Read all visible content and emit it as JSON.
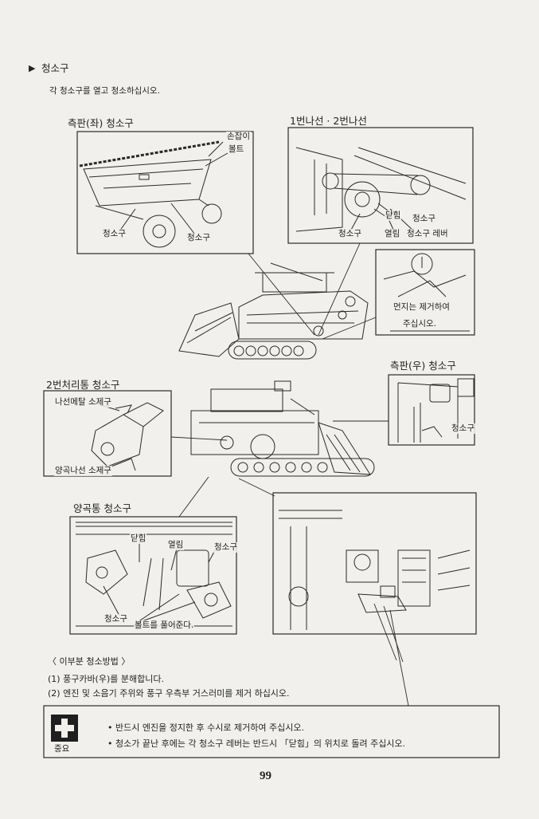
{
  "section": {
    "marker": "▶",
    "title": "청소구",
    "instruction": "각 청소구를 열고 청소하십시오."
  },
  "figures": {
    "left_side": {
      "title": "측판(좌) 청소구",
      "handle": "손잡이",
      "bolt": "볼트",
      "port_a": "청소구",
      "port_b": "청소구"
    },
    "augers": {
      "title": "1번나선 · 2번나선",
      "closed": "닫힘",
      "port_a": "청소구",
      "port_b": "청소구",
      "open": "열림",
      "lever": "청소구 레버"
    },
    "dust": {
      "line1": "먼지는 제거하여",
      "line2": "주십시오."
    },
    "right_side": {
      "title": "측판(우) 청소구",
      "port": "청소구"
    },
    "second_tank": {
      "title": "2번처리통 청소구",
      "metal_port": "나선메탈 소제구",
      "grain_auger_port": "양곡나선 소제구"
    },
    "grain_tank": {
      "title": "양곡통 청소구",
      "closed": "닫힘",
      "open": "열림",
      "port_a": "청소구",
      "port_b": "청소구",
      "bolt_note": "볼트를 풀어준다."
    }
  },
  "method": {
    "heading": "〈 이부분 청소방법 〉",
    "step1": "(1) 풍구카바(우)를 분해합니다.",
    "step2": "(2) 엔진 및 소음기 주위와 풍구 우측부 거스러미를 제거 하십시오."
  },
  "notice": {
    "icon": "cross-icon",
    "label": "중요",
    "bullet1": "• 반드시 엔진을 정지한 후 수시로 제거하여 주십시오.",
    "bullet2": "• 청소가 끝난 후에는 각 청소구 레버는 반드시 「닫힘」의 위치로 돌려 주십시오."
  },
  "page_number": "99"
}
